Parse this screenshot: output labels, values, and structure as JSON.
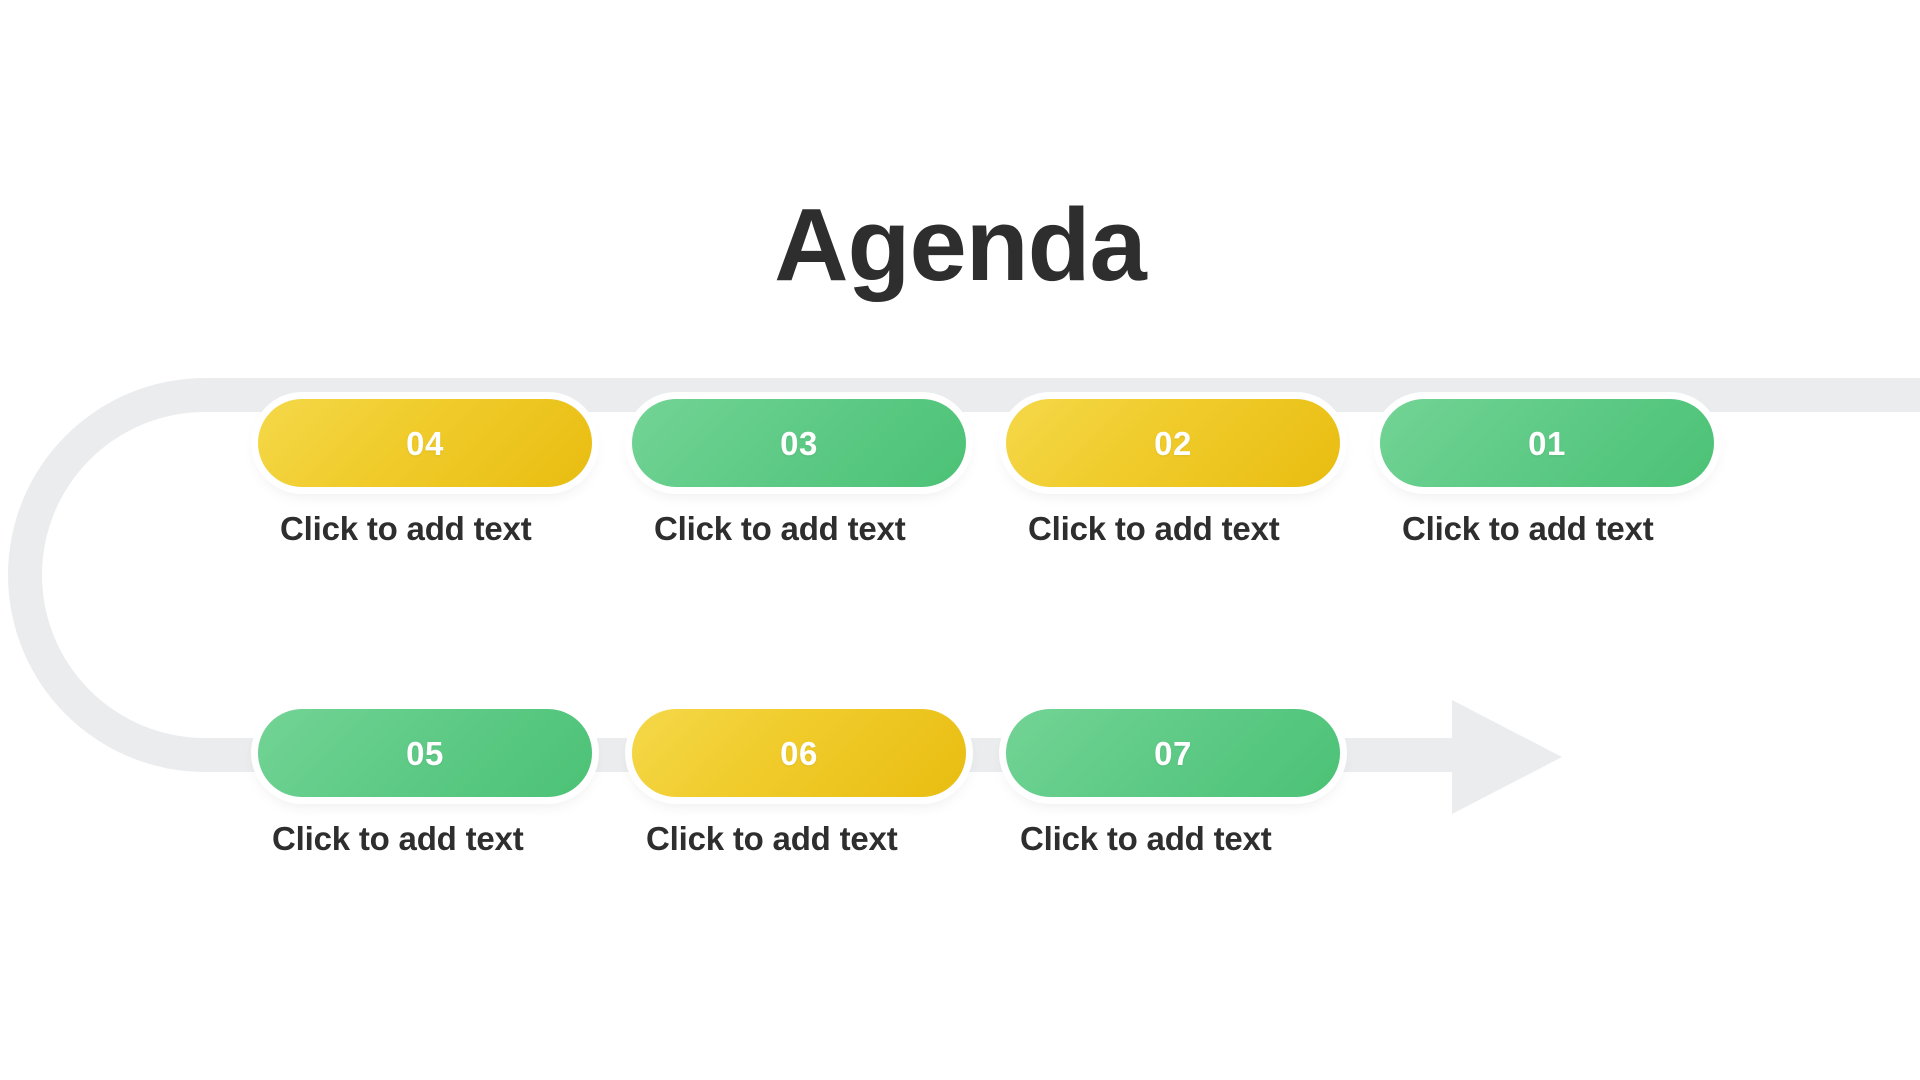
{
  "slide": {
    "title": "Agenda",
    "background_color": "#ffffff",
    "title_color": "#2e2e2e"
  },
  "palette": {
    "track_gray": "#ebecee",
    "yellow_light": "#f5d84a",
    "yellow_dark": "#e9bd11",
    "green_light": "#73d495",
    "green_dark": "#4cc276",
    "number_text": "#ffffff",
    "caption_text": "#2e2e2e"
  },
  "steps": {
    "top_row": [
      {
        "number": "04",
        "color": "yellow",
        "caption": "Click to add text"
      },
      {
        "number": "03",
        "color": "green",
        "caption": "Click to add text"
      },
      {
        "number": "02",
        "color": "yellow",
        "caption": "Click to add text"
      },
      {
        "number": "01",
        "color": "green",
        "caption": "Click to add text"
      }
    ],
    "bottom_row": [
      {
        "number": "05",
        "color": "green",
        "caption": "Click to add text"
      },
      {
        "number": "06",
        "color": "yellow",
        "caption": "Click to add text"
      },
      {
        "number": "07",
        "color": "green",
        "caption": "Click to add text"
      }
    ]
  }
}
